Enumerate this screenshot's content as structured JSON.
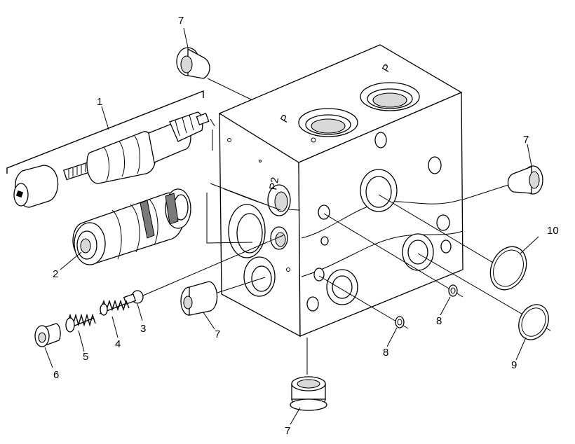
{
  "diagram": {
    "callouts": [
      {
        "id": "c7a",
        "text": "7"
      },
      {
        "id": "c1",
        "text": "1"
      },
      {
        "id": "c7b",
        "text": "7"
      },
      {
        "id": "c10",
        "text": "10"
      },
      {
        "id": "c2",
        "text": "2"
      },
      {
        "id": "c3",
        "text": "3"
      },
      {
        "id": "c4",
        "text": "4"
      },
      {
        "id": "c5",
        "text": "5"
      },
      {
        "id": "c6",
        "text": "6"
      },
      {
        "id": "c7c",
        "text": "7"
      },
      {
        "id": "c8a",
        "text": "8"
      },
      {
        "id": "c8b",
        "text": "8"
      },
      {
        "id": "c9",
        "text": "9"
      },
      {
        "id": "c7d",
        "text": "7"
      }
    ],
    "port_marks": {
      "top_left": "P",
      "top_right": "P",
      "side": "P2"
    }
  }
}
